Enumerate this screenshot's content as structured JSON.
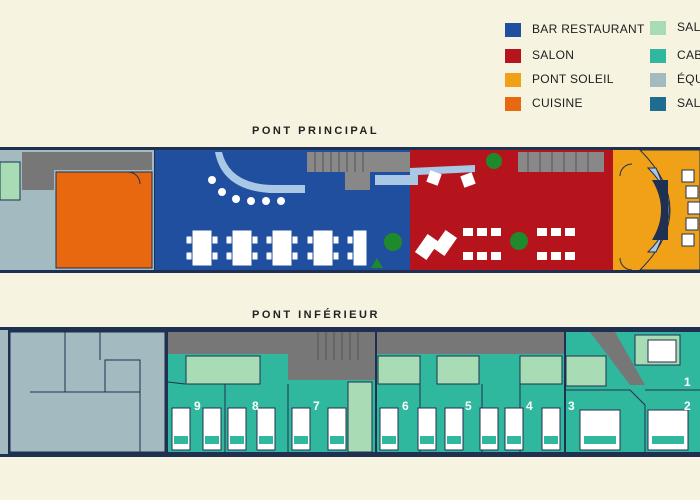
{
  "legend": {
    "items": [
      {
        "label": "BAR RESTAURANT",
        "color": "#1f4f9e"
      },
      {
        "label": "SALON",
        "color": "#b5141c"
      },
      {
        "label": "PONT SOLEIL",
        "color": "#f0a117"
      },
      {
        "label": "CUISINE",
        "color": "#e8680f"
      },
      {
        "label": "SALL",
        "color": "#a8dcb4"
      },
      {
        "label": "CABI",
        "color": "#2fb89d"
      },
      {
        "label": "ÉQUI",
        "color": "#a3bac0"
      },
      {
        "label": "SALL",
        "color": "#1e6c8e"
      }
    ]
  },
  "decks": {
    "main": {
      "title": "PONT PRINCIPAL"
    },
    "lower": {
      "title": "PONT INFÉRIEUR"
    }
  },
  "cabins": [
    "9",
    "8",
    "7",
    "6",
    "5",
    "4",
    "3",
    "1",
    "2"
  ]
}
